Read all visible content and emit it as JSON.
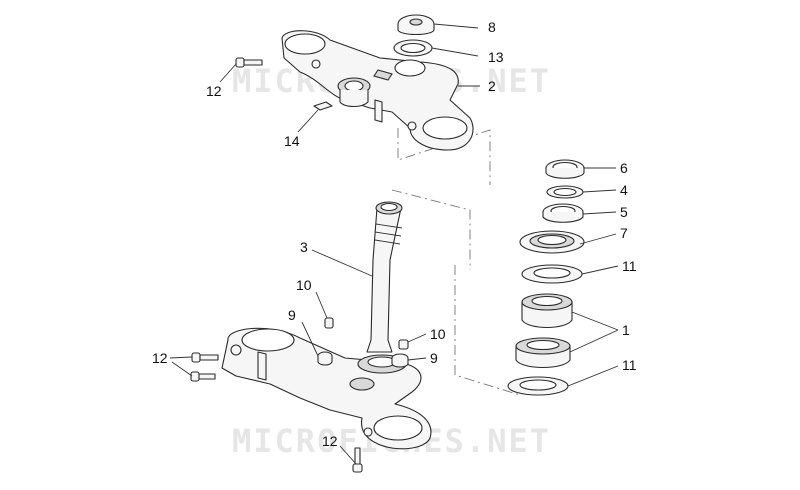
{
  "watermark": {
    "text": "MICROFICHES.NET"
  },
  "callouts": {
    "c8": "8",
    "c13": "13",
    "c2": "2",
    "c12_top": "12",
    "c14": "14",
    "c6": "6",
    "c4": "4",
    "c5": "5",
    "c7": "7",
    "c11_upper": "11",
    "c1": "1",
    "c11_lower": "11",
    "c3": "3",
    "c10_left": "10",
    "c9_left": "9",
    "c10_right": "10",
    "c9_right": "9",
    "c12_left": "12",
    "c12_bottom": "12"
  }
}
